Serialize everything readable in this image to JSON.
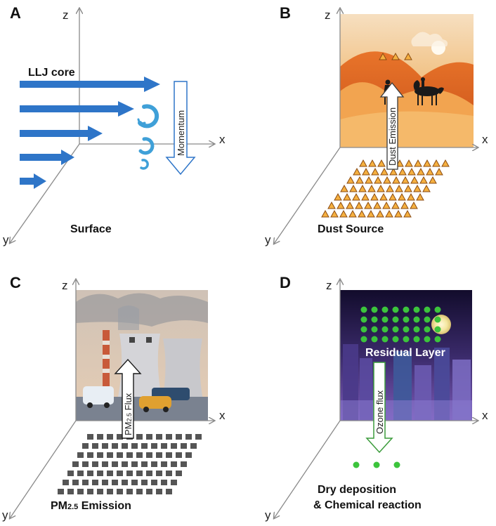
{
  "panels": {
    "a": {
      "letter": "A",
      "z_label": "z",
      "x_label": "x",
      "y_label": "y",
      "llj_label": "LLJ core",
      "momentum_label": "Momentum",
      "surface_label": "Surface"
    },
    "b": {
      "letter": "B",
      "z_label": "z",
      "x_label": "x",
      "y_label": "y",
      "emission_label": "Dust Emission",
      "source_label": "Dust Source"
    },
    "c": {
      "letter": "C",
      "z_label": "z",
      "x_label": "x",
      "y_label": "y",
      "flux_label_main": "PM",
      "flux_label_sub": "2.5",
      "flux_label_tail": " Flux",
      "emission_main": "PM",
      "emission_sub": "2.5",
      "emission_tail": " Emission"
    },
    "d": {
      "letter": "D",
      "z_label": "z",
      "x_label": "x",
      "y_label": "y",
      "residual_label": "Residual Layer",
      "flux_label": "Ozone flux",
      "deposition_line1": "Dry deposition",
      "deposition_line2": "& Chemical reaction"
    }
  },
  "colors": {
    "axis": "#8a8a8a",
    "jet_blue": "#2e75c8",
    "swirl_blue": "#3fa0d8",
    "dust_orange": "#f0a030",
    "pm_gray": "#555555",
    "ozone_green": "#3cc43c",
    "night_purple": "#3a2a6a"
  }
}
